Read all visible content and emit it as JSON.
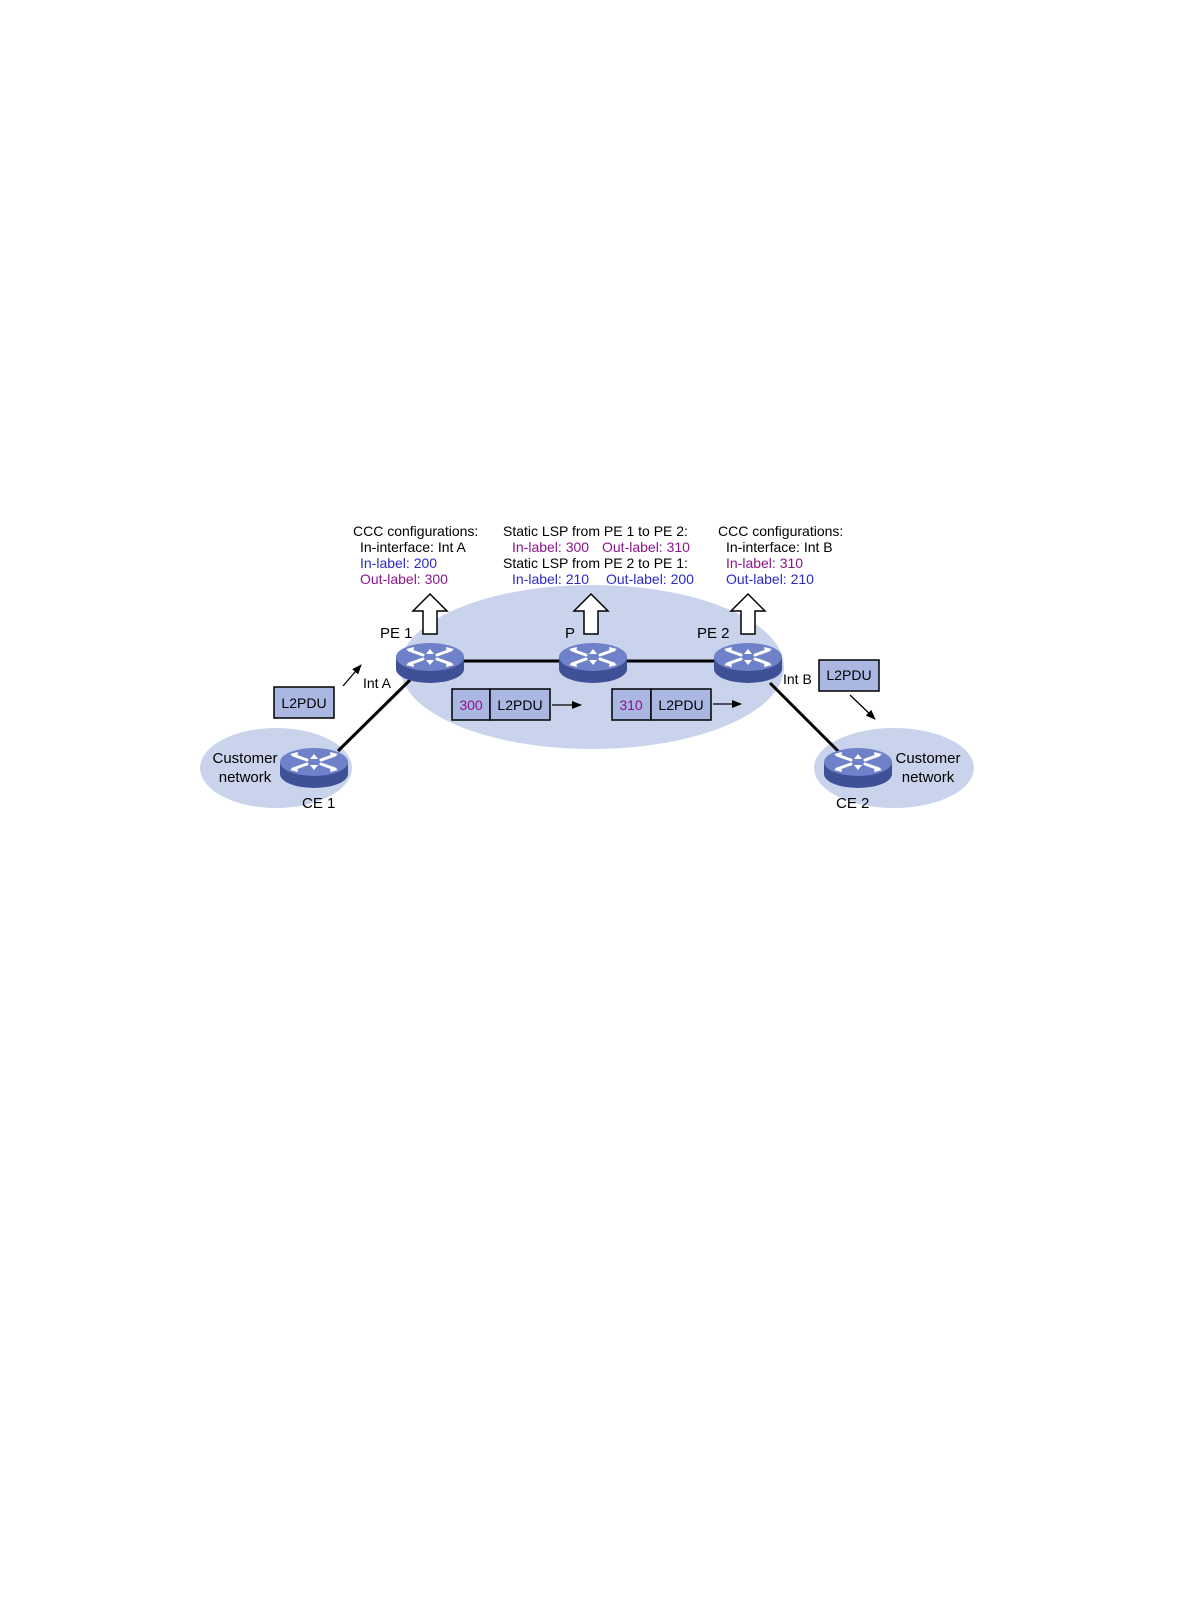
{
  "colors": {
    "cloud": "#c9d3ec",
    "box": "#a9b7e2",
    "device_top": "#6f82c9",
    "device_side": "#3e5096",
    "blue_text": "#2a2ac8",
    "purple_text": "#8b168b",
    "black": "#000000"
  },
  "icons": [
    "switch-icon",
    "hollow-up-arrow-icon",
    "right-arrow-icon"
  ],
  "config_pe1": {
    "title": "CCC configurations:",
    "in_interface": "In-interface: Int A",
    "in_label": "In-label: 200",
    "out_label": "Out-label: 300"
  },
  "config_p": {
    "lsp1_title": "Static LSP from PE 1 to PE 2:",
    "lsp1_in": "In-label: 300",
    "lsp1_out": "Out-label: 310",
    "lsp2_title": "Static LSP from PE 2 to PE 1:",
    "lsp2_in": "In-label: 210",
    "lsp2_out": "Out-label: 200"
  },
  "config_pe2": {
    "title": "CCC configurations:",
    "in_interface": "In-interface: Int B",
    "in_label": "In-label: 310",
    "out_label": "Out-label: 210"
  },
  "devices": {
    "pe1": "PE 1",
    "p": "P",
    "pe2": "PE 2",
    "ce1": "CE 1",
    "ce2": "CE 2"
  },
  "interfaces": {
    "int_a": "Int A",
    "int_b": "Int B"
  },
  "customer_networks": {
    "left": [
      "Customer",
      "network"
    ],
    "right": [
      "Customer",
      "network"
    ]
  },
  "packets": {
    "left_l2pdu": "L2PDU",
    "right_l2pdu": "L2PDU",
    "pkt1_label": "300",
    "pkt1_payload": "L2PDU",
    "pkt2_label": "310",
    "pkt2_payload": "L2PDU"
  }
}
